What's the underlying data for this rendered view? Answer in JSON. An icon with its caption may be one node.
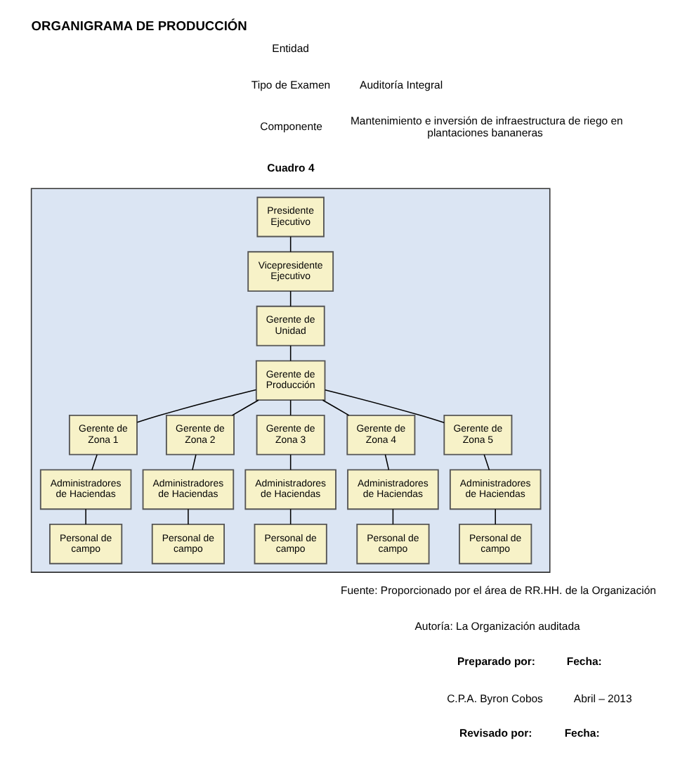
{
  "diagram": {
    "title": "ORGANIGRAMA DE PRODUCCIÓN",
    "nodes": [
      {
        "text": [],
        "shape": "box"
      },
      {
        "text": [
          "Presidente Ejecutivo"
        ],
        "in": 0
      },
      {
        "text": [
          "Vicepresidente Ejecutivo"
        ],
        "in": 0
      },
      {
        "text": [
          "Gerente de Unidad"
        ],
        "in": 0
      },
      {
        "text": [
          "Gerente de Producción"
        ],
        "in": 0
      },
      {
        "text": [
          "Gerente de Zona 1"
        ],
        "in": 0
      },
      {
        "text": [
          "Gerente de Zona 2"
        ],
        "in": 0
      },
      {
        "text": [
          "Gerente de Zona 3"
        ],
        "in": 0
      },
      {
        "text": [
          "Gerente de Zona 4"
        ],
        "in": 0
      },
      {
        "text": [
          "Gerente de Zona 5"
        ],
        "in": 0
      },
      {
        "text": [
          "Administradores de Haciendas"
        ],
        "in": 0
      },
      {
        "text": [
          "Administradores de Haciendas"
        ],
        "in": 0
      },
      {
        "text": [
          "Administradores de Haciendas"
        ],
        "in": 0
      },
      {
        "text": [
          "Administradores de Haciendas"
        ],
        "in": 0
      },
      {
        "text": [
          "Administradores de Haciendas"
        ],
        "in": 0
      },
      {
        "text": [
          "Personal de campo"
        ],
        "in": 0
      },
      {
        "text": [
          "Personal de campo"
        ],
        "in": 0
      },
      {
        "text": [
          "Personal de campo"
        ],
        "in": 0
      },
      {
        "text": [
          "Personal de campo"
        ],
        "in": 0
      },
      {
        "text": [
          "Personal de campo"
        ],
        "in": 0
      }
    ],
    "edges": [
      {
        "from": 1,
        "to": 2,
        "arrow": "none"
      },
      {
        "from": 2,
        "to": 3,
        "arrow": "none"
      },
      {
        "from": 3,
        "to": 4,
        "arrow": "none"
      },
      {
        "from": 4,
        "to": 5,
        "arrow": "none"
      },
      {
        "from": 4,
        "to": 6,
        "arrow": "none"
      },
      {
        "from": 4,
        "to": 7,
        "arrow": "none"
      },
      {
        "from": 4,
        "to": 8,
        "arrow": "none"
      },
      {
        "from": 4,
        "to": 9,
        "arrow": "none"
      },
      {
        "from": 5,
        "to": 10,
        "arrow": "none"
      },
      {
        "from": 6,
        "to": 11,
        "arrow": "none"
      },
      {
        "from": 7,
        "to": 12,
        "arrow": "none"
      },
      {
        "from": 8,
        "to": 13,
        "arrow": "none"
      },
      {
        "from": 9,
        "to": 14,
        "arrow": "none"
      },
      {
        "from": 10,
        "to": 15,
        "arrow": "none"
      },
      {
        "from": 11,
        "to": 16,
        "arrow": "none"
      },
      {
        "from": 12,
        "to": 17,
        "arrow": "none"
      },
      {
        "from": 13,
        "to": 18,
        "arrow": "none"
      },
      {
        "from": 14,
        "to": 19,
        "arrow": "none"
      }
    ],
    "labels": [
      "Entidad",
      "Tipo de Examen",
      "Auditoría Integral",
      "Componente",
      "Mantenimiento e inversión de infraestructura de riego en plantaciones bananeras",
      "Cuadro 4",
      "Fuente: Proporcionado por el área de RR.HH. de la Organización",
      "Autoría: La Organización auditada",
      "Preparado por:",
      "Fecha:",
      "C.P.A. Byron Cobos",
      "Abril – 2013",
      "Revisado por:",
      "Fecha:"
    ]
  }
}
